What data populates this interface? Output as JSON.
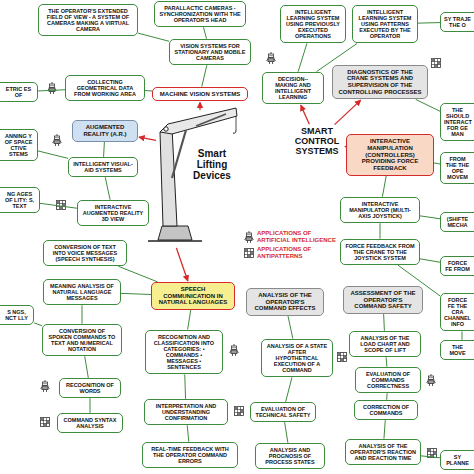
{
  "diagram": {
    "nodes": [
      {
        "text": [
          "THE OPERATOR'S EXTENDED FIELD OF VIEW - A SYSTEM OF CAMERAS MAKING A VIRTUAL CAMERA"
        ]
      },
      {
        "text": [
          "PARALLACTIC CAMERAS - SYNCHRONIZATION WITH THE OPERATOR'S HEAD"
        ]
      },
      {
        "text": [
          "VISION SYSTEMS FOR STATIONARY AND MOBILE CAMERAS"
        ]
      },
      {
        "text": [
          "INTELLIGENT LEARNING SYSTEM USING PREVIOUSLY EXECUTED OPERATIONS"
        ]
      },
      {
        "text": [
          "INTELLIGENT LEARNING SYSTEM USING PATTERNS EXECUTED BY THE OPERATOR"
        ]
      },
      {
        "text": [
          "SY TRAJE THE O"
        ]
      },
      {
        "text": [
          "ETRIC ES OF"
        ]
      },
      {
        "text": [
          "COLLECTING GEOMETRICAL DATA FROM WORKING AREA"
        ]
      },
      {
        "text": [
          "MACHINE VISION SYSTEMS"
        ]
      },
      {
        "text": [
          "DECISION--MAKING AND INTELLIGENT LEARNING"
        ]
      },
      {
        "text": [
          "DIAGNOSTICS OF THE CRANE SYSTEMS AND SUPERVISION OF THE CONTROLLING PROCESSES"
        ]
      },
      {
        "text": [
          "THE SHOULD INTERACT FOR GE MAN"
        ]
      },
      {
        "text": [
          "ANNING Y OF SPACE CTIVE STEMS"
        ]
      },
      {
        "text": [
          "AUGMENTED REALITY (A.R.)"
        ]
      },
      {
        "text": [
          "INTELLIGENT VISUAL-AID SYSTEMS"
        ]
      },
      {
        "text": [
          "NG AGES OF LITY: S, TEXT"
        ]
      },
      {
        "text": [
          "INTERACTIVE AUGMENTED REALITY 3D VIEW"
        ]
      },
      {
        "text": [
          "CONVERSION OF TEXT INTO VOICE MESSAGES (SPEECH SYNTHESIS)"
        ]
      },
      {
        "text": [
          "MEANING ANALYSIS OF NATURAL LANGUAGE MESSAGES"
        ]
      },
      {
        "text": [
          "SPEECH COMMUNICATION IN NATURAL LANGUAGES"
        ]
      },
      {
        "text": [
          "S NGS, NCT LLY"
        ]
      },
      {
        "text": [
          "CONVERSION OF SPOKEN COMMANDS TO TEXT AND NUMERICAL NOTATION"
        ]
      },
      {
        "text": [
          "RECOGNITION AND CLASSIFICATION INTO CATEGORIES: • COMMANDS • MESSAGES • SENTENCES"
        ]
      },
      {
        "text": [
          "RECOGNITION OF WORDS"
        ]
      },
      {
        "text": [
          "COMMAND SYNTAX ANALYSIS"
        ]
      },
      {
        "text": [
          "INTERPRETATION AND UNDERSTANDING CONFIRMATION"
        ]
      },
      {
        "text": [
          "REAL-TIME FEEDBACK WITH THE OPERATOR COMMAND ERRORS"
        ]
      },
      {
        "text": [
          "ANALYSIS OF THE OPERATOR'S COMMAND EFFECTS"
        ]
      },
      {
        "text": [
          "ANALYSIS OF A STATE AFTER HYPOTHETICAL EXECUTION OF A COMMAND"
        ]
      },
      {
        "text": [
          "EVALUATION OF TECHNICAL SAFETY"
        ]
      },
      {
        "text": [
          "ANALYSIS AND PROGNOSIS OF PROCESS STATES"
        ]
      },
      {
        "text": [
          "ASSESSMENT OF THE OPERATOR'S COMMAND SAFETY"
        ]
      },
      {
        "text": [
          "ANALYSIS OF THE LOAD CHART AND SCOPE OF LIFT"
        ]
      },
      {
        "text": [
          "EVALUATION OF COMMANDS CORRECTNESS"
        ]
      },
      {
        "text": [
          "CORRECTION OF COMMANDS"
        ]
      },
      {
        "text": [
          "ANALYSIS OF THE OPERATOR'S REACTION AND REACTION TIME"
        ]
      },
      {
        "text": [
          "INTERACTIVE MANIPULATION (CONTROLLERS) PROVIDING FORCE FEEDBACK"
        ]
      },
      {
        "text": [
          "INTERACTIVE MANIPULATOR (MULTI-AXIS JOYSTICK)"
        ]
      },
      {
        "text": [
          "FORCE FEEDBACK FROM THE CRANE TO THE JOYSTICK SYSTEM"
        ]
      },
      {
        "text": [
          "FROM THE THE OPE MOVEM"
        ]
      },
      {
        "text": [
          "(SHIFTE MECHA"
        ]
      },
      {
        "text": [
          "FORCE FE FROM"
        ]
      },
      {
        "text": [
          "FORCE FE THE CRA CHANNEL INFO"
        ]
      },
      {
        "text": [
          "THE MOVE"
        ]
      },
      {
        "text": [
          "SY PLANNE"
        ]
      }
    ],
    "edges": [
      {
        "from": 8,
        "to": 2,
        "arrow": "none"
      },
      {
        "from": 2,
        "to": 0,
        "arrow": "none"
      },
      {
        "from": 2,
        "to": 1,
        "arrow": "none"
      },
      {
        "from": 8,
        "to": 7,
        "arrow": "none"
      },
      {
        "from": 7,
        "to": 6,
        "arrow": "none"
      },
      {
        "from": 9,
        "to": 3,
        "arrow": "none"
      },
      {
        "from": 9,
        "to": 4,
        "arrow": "none"
      },
      {
        "from": 4,
        "to": 5,
        "arrow": "none"
      },
      {
        "from": 10,
        "to": 11,
        "arrow": "none"
      },
      {
        "from": 13,
        "to": 14,
        "arrow": "none"
      },
      {
        "from": 14,
        "to": 12,
        "arrow": "none"
      },
      {
        "from": 14,
        "to": 16,
        "arrow": "none"
      },
      {
        "from": 16,
        "to": 15,
        "arrow": "none"
      },
      {
        "from": 19,
        "to": 17,
        "arrow": "none"
      },
      {
        "from": 19,
        "to": 18,
        "arrow": "none"
      },
      {
        "from": 18,
        "to": 21,
        "arrow": "none"
      },
      {
        "from": 21,
        "to": 20,
        "arrow": "none"
      },
      {
        "from": 21,
        "to": 23,
        "arrow": "none"
      },
      {
        "from": 23,
        "to": 24,
        "arrow": "none"
      },
      {
        "from": 19,
        "to": 22,
        "arrow": "none"
      },
      {
        "from": 22,
        "to": 25,
        "arrow": "none"
      },
      {
        "from": 25,
        "to": 26,
        "arrow": "none"
      },
      {
        "from": 27,
        "to": 28,
        "arrow": "none"
      },
      {
        "from": 28,
        "to": 29,
        "arrow": "none"
      },
      {
        "from": 29,
        "to": 30,
        "arrow": "none"
      },
      {
        "from": 31,
        "to": 32,
        "arrow": "none"
      },
      {
        "from": 32,
        "to": 33,
        "arrow": "none"
      },
      {
        "from": 33,
        "to": 34,
        "arrow": "none"
      },
      {
        "from": 34,
        "to": 35,
        "arrow": "none"
      },
      {
        "from": 35,
        "to": 44,
        "arrow": "none"
      },
      {
        "from": 36,
        "to": 37,
        "arrow": "none"
      },
      {
        "from": 37,
        "to": 38,
        "arrow": "none"
      },
      {
        "from": 36,
        "to": 39,
        "arrow": "none"
      },
      {
        "from": 37,
        "to": 40,
        "arrow": "none"
      },
      {
        "from": 38,
        "to": 41,
        "arrow": "none"
      },
      {
        "from": 38,
        "to": 42,
        "arrow": "none"
      },
      {
        "from": 42,
        "to": 43,
        "arrow": "none"
      }
    ],
    "labels": [
      "SMART CONTROL SYSTEMS",
      "Smart Lifting Devices"
    ],
    "legend": [
      {
        "text": "APPLICATIONS OF ARTIFICIAL INTELLIGENCE"
      },
      {
        "text": "APPLICATIONS OF ANTIPATTERNS"
      }
    ]
  }
}
